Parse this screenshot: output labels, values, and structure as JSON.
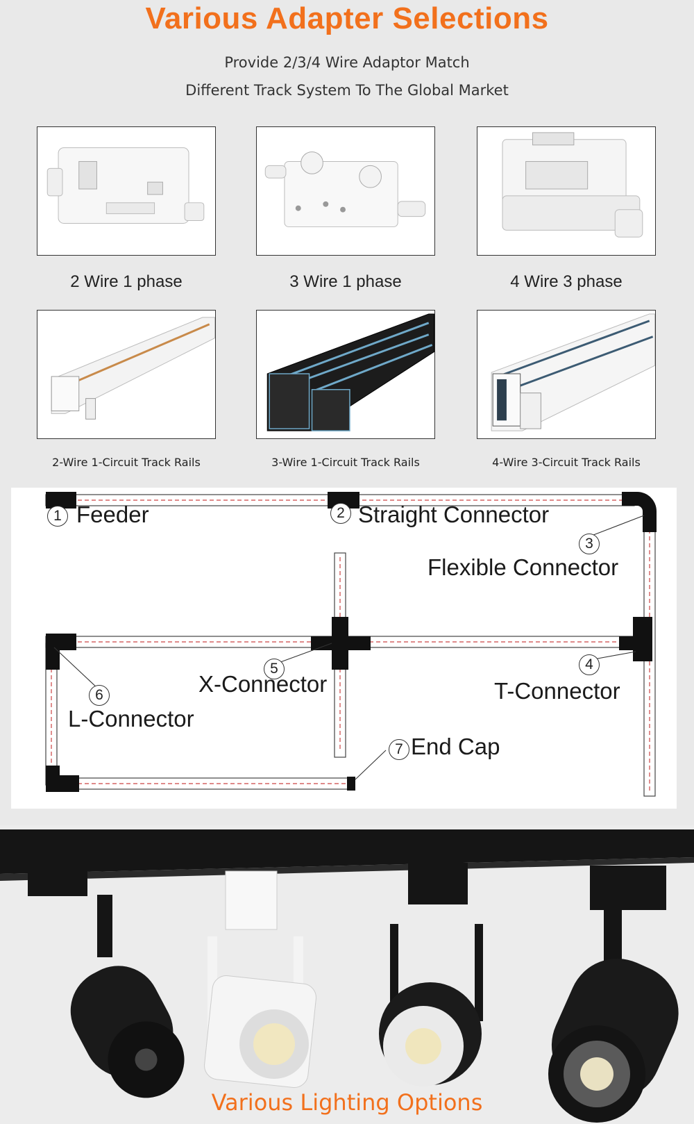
{
  "header": {
    "title": "Various Adapter Selections",
    "subtitle_line1": "Provide 2/3/4 Wire Adaptor Match",
    "subtitle_line2": "Different Track System To The Global Market"
  },
  "adapters": [
    {
      "label": "2 Wire 1 phase"
    },
    {
      "label": "3 Wire 1 phase"
    },
    {
      "label": "4 Wire 3 phase"
    }
  ],
  "rails": [
    {
      "label": "2-Wire 1-Circuit Track Rails"
    },
    {
      "label": "3-Wire 1-Circuit Track Rails"
    },
    {
      "label": "4-Wire 3-Circuit Track Rails"
    }
  ],
  "diagram": {
    "items": [
      {
        "num": "1",
        "label": "Feeder"
      },
      {
        "num": "2",
        "label": "Straight Connector"
      },
      {
        "num": "3",
        "label": "Flexible Connector"
      },
      {
        "num": "4",
        "label": "T-Connector"
      },
      {
        "num": "5",
        "label": "X-Connector"
      },
      {
        "num": "6",
        "label": "L-Connector"
      },
      {
        "num": "7",
        "label": "End Cap"
      }
    ]
  },
  "footer": {
    "title": "Various Lighting Options"
  },
  "colors": {
    "accent": "#f2701c",
    "rail_black": "#111111",
    "rail_white": "#f4f4f4"
  }
}
